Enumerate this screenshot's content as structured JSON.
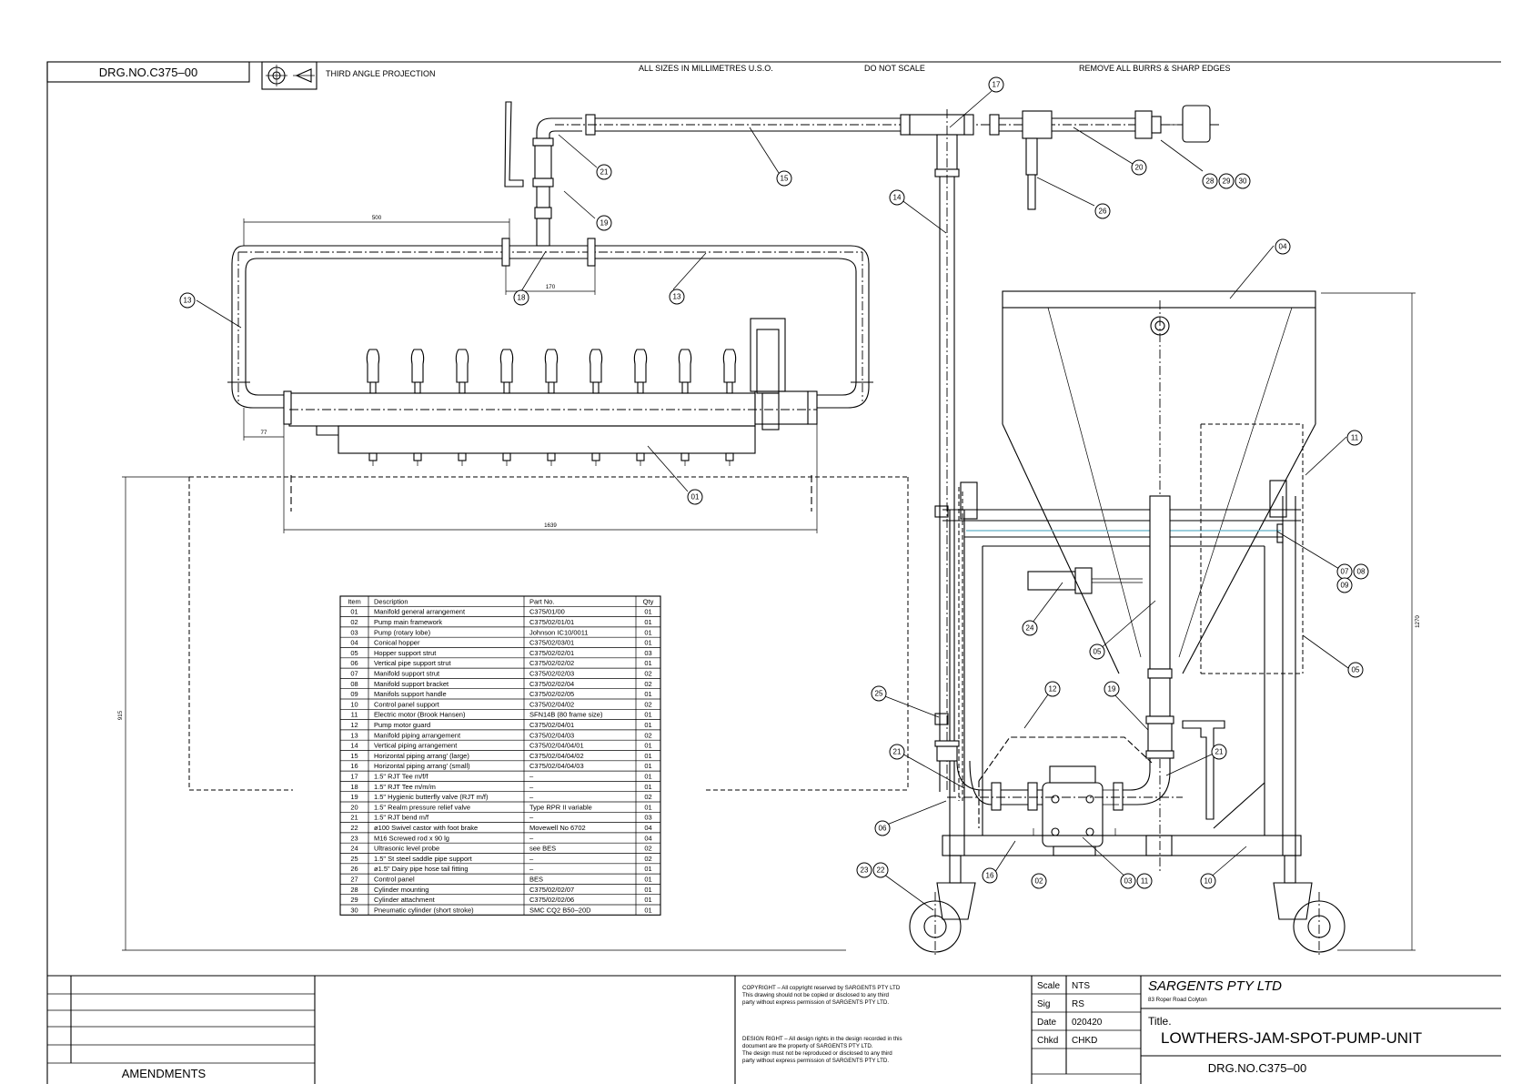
{
  "header": {
    "drawing_number": "DRG.NO.C375–00",
    "projection": "THIRD ANGLE PROJECTION",
    "sizes_note": "ALL SIZES IN MILLIMETRES U.S.O.",
    "scale_note": "DO NOT SCALE",
    "burrs_note": "REMOVE ALL BURRS & SHARP EDGES"
  },
  "dimensions": {
    "manifold_width": "500",
    "tee_width": "170",
    "offset": "77",
    "base_length": "1639",
    "frame_height": "915",
    "hopper_height": "1270"
  },
  "callouts": [
    "01",
    "02",
    "03",
    "04",
    "05",
    "06",
    "07",
    "08",
    "09",
    "10",
    "11",
    "12",
    "13",
    "14",
    "15",
    "16",
    "17",
    "18",
    "19",
    "20",
    "21",
    "22",
    "23",
    "24",
    "25",
    "26",
    "28",
    "29",
    "30"
  ],
  "parts_table": {
    "headers": [
      "Item",
      "Description",
      "Part No.",
      "Qty"
    ],
    "rows": [
      [
        "01",
        "Manifold general arrangement",
        "C375/01/00",
        "01"
      ],
      [
        "02",
        "Pump main framework",
        "C375/02/01/01",
        "01"
      ],
      [
        "03",
        "Pump (rotary lobe)",
        "Johnson IC10/0011",
        "01"
      ],
      [
        "04",
        "Conical hopper",
        "C375/02/03/01",
        "01"
      ],
      [
        "05",
        "Hopper support strut",
        "C375/02/02/01",
        "03"
      ],
      [
        "06",
        "Vertical pipe support strut",
        "C375/02/02/02",
        "01"
      ],
      [
        "07",
        "Manifold support strut",
        "C375/02/02/03",
        "02"
      ],
      [
        "08",
        "Manifold support bracket",
        "C375/02/02/04",
        "02"
      ],
      [
        "09",
        "Manifols support handle",
        "C375/02/02/05",
        "01"
      ],
      [
        "10",
        "Control panel support",
        "C375/02/04/02",
        "02"
      ],
      [
        "11",
        "Electric motor (Brook Hansen)",
        "SFN14B (80 frame size)",
        "01"
      ],
      [
        "12",
        "Pump motor guard",
        "C375/02/04/01",
        "01"
      ],
      [
        "13",
        "Manifold piping arrangement",
        "C375/02/04/03",
        "02"
      ],
      [
        "14",
        "Vertical piping arrangement",
        "C375/02/04/04/01",
        "01"
      ],
      [
        "15",
        "Horizontal piping arrang' (large)",
        "C375/02/04/04/02",
        "01"
      ],
      [
        "16",
        "Horizontal piping arrang' (small)",
        "C375/02/04/04/03",
        "01"
      ],
      [
        "17",
        "1.5\" RJT Tee m/f/f",
        "–",
        "01"
      ],
      [
        "18",
        "1.5\" RJT Tee m/m/m",
        "–",
        "01"
      ],
      [
        "19",
        "1.5\" Hygienic butterfly valve (RJT m/f)",
        "–",
        "02"
      ],
      [
        "20",
        "1.5\" Realm pressure relief valve",
        "Type RPR II variable",
        "01"
      ],
      [
        "21",
        "1.5\" RJT bend m/f",
        "–",
        "03"
      ],
      [
        "22",
        "ø100 Swivel castor with foot brake",
        "Movewell No 6702",
        "04"
      ],
      [
        "23",
        "M16 Screwed rod x 90 lg",
        "–",
        "04"
      ],
      [
        "24",
        "Ultrasonic level probe",
        "see BES",
        "02"
      ],
      [
        "25",
        "1.5\" St steel saddle pipe support",
        "–",
        "02"
      ],
      [
        "26",
        "ø1.5\" Dairy pipe hose tail fitting",
        "–",
        "01"
      ],
      [
        "27",
        "Control panel",
        "BES",
        "01"
      ],
      [
        "28",
        "Cylinder mounting",
        "C375/02/02/07",
        "01"
      ],
      [
        "29",
        "Cylinder attachment",
        "C375/02/02/06",
        "01"
      ],
      [
        "30",
        "Pneumatic cylinder (short stroke)",
        "SMC CQ2 B50–20D",
        "01"
      ]
    ]
  },
  "title_block": {
    "amendments_label": "AMENDMENTS",
    "copyright": [
      "COPYRIGHT – All copyright reserved by SARGENTS PTY LTD",
      "This drawing should not be copied or disclosed to any third",
      "party without express permission of SARGENTS PTY LTD."
    ],
    "design_right": [
      "DESIGN RIGHT – All design rights in the design recorded in this",
      "document are the property of SARGENTS PTY LTD.",
      "The design must not be reproduced or disclosed to any third",
      "party without express permission of SARGENTS PTY LTD."
    ],
    "fields": [
      {
        "label": "Scale",
        "value": "NTS"
      },
      {
        "label": "Sig",
        "value": "RS"
      },
      {
        "label": "Date",
        "value": "020420"
      },
      {
        "label": "Chkd",
        "value": "CHKD"
      }
    ],
    "company": "SARGENTS PTY LTD",
    "address": "83 Roper Road Colyton",
    "title_label": "Title.",
    "title": "LOWTHERS-JAM-SPOT-PUMP-UNIT",
    "drawing_number": "DRG.NO.C375–00"
  },
  "colors": {
    "line": "#000000",
    "paper": "#ffffff",
    "accent_line": "#5fb0c8"
  }
}
